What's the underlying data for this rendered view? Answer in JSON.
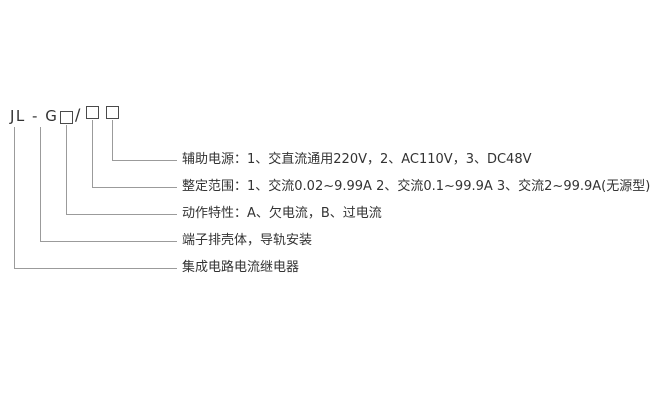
{
  "model": {
    "prefix": "JL - G",
    "slash": "/"
  },
  "labels": [
    {
      "text": "辅助电源：1、交直流通用220V，2、AC110V，3、DC48V"
    },
    {
      "text": "整定范围：1、交流0.02~9.99A  2、交流0.1~99.9A  3、交流2~99.9A(无源型)"
    },
    {
      "text": "动作特性：A、欠电流，B、过电流"
    },
    {
      "text": "端子排壳体，导轨安装"
    },
    {
      "text": "集成电路电流继电器"
    }
  ]
}
